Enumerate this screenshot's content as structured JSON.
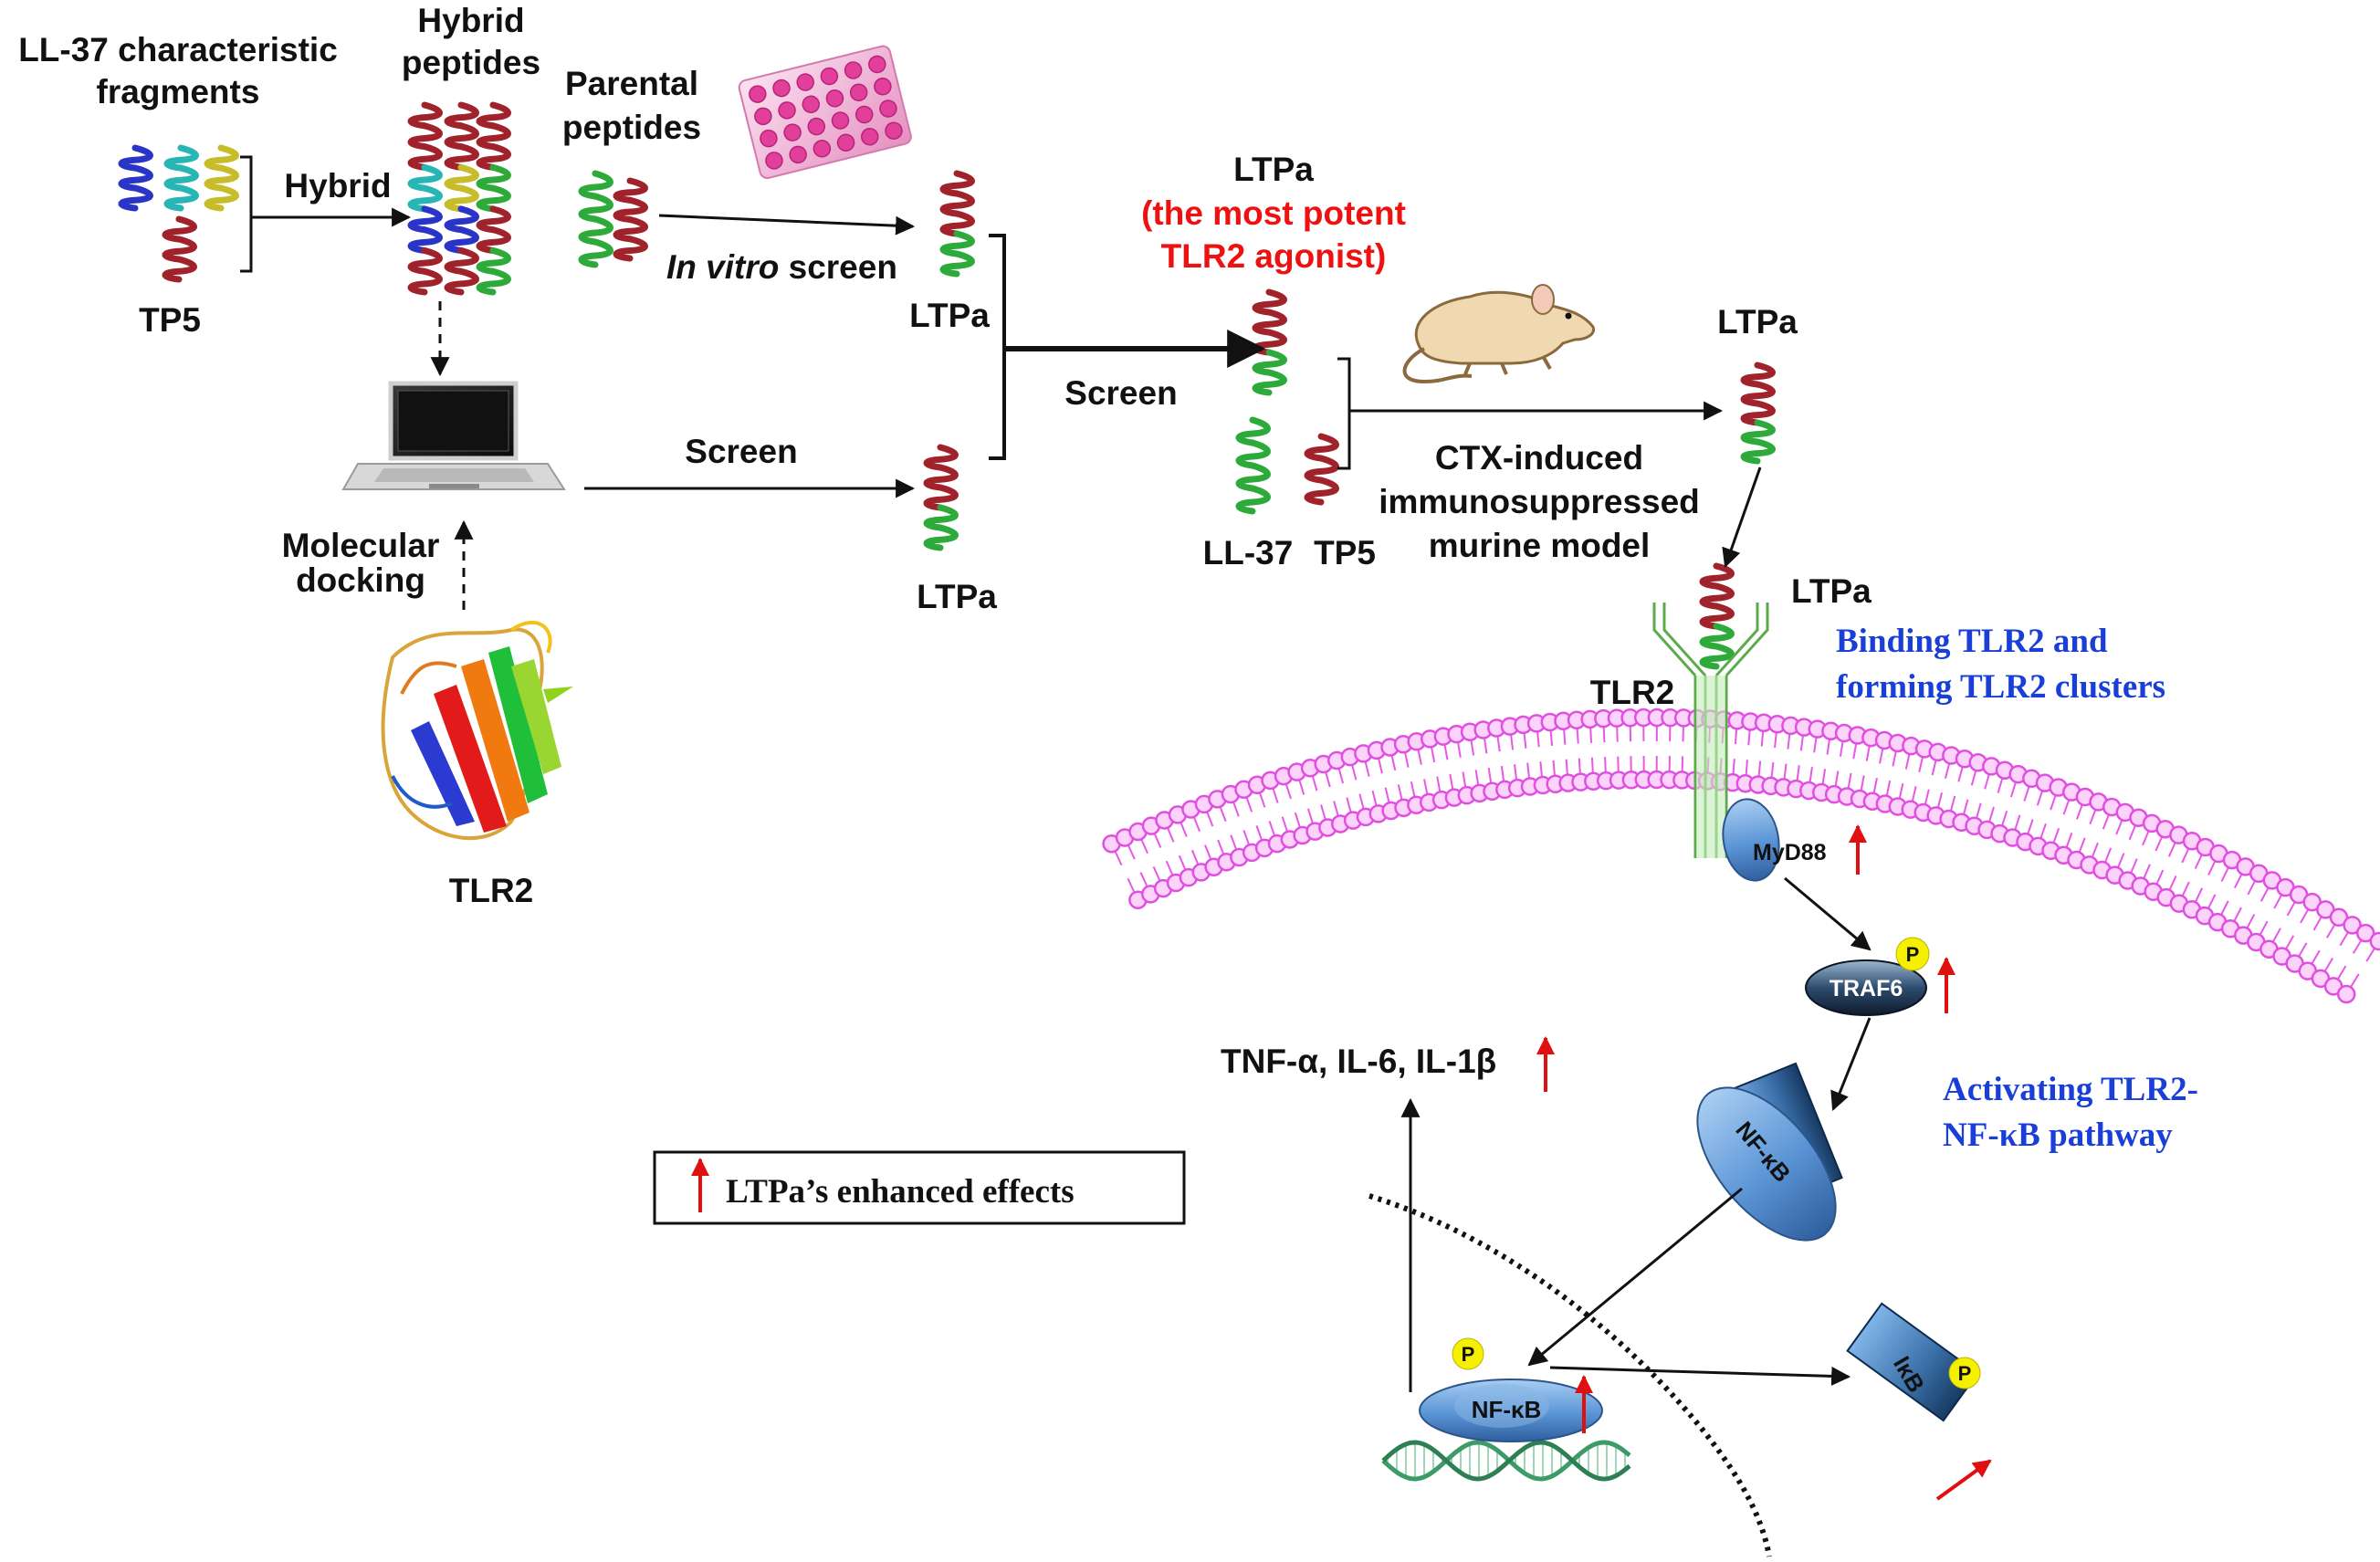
{
  "labels": {
    "ll37_fragments": [
      "LL-37 characteristic",
      "fragments"
    ],
    "hybrid_peptides": [
      "Hybrid",
      "peptides"
    ],
    "parental_peptides": [
      "Parental",
      "peptides"
    ],
    "hybrid_arrow": "Hybrid",
    "tp5_left": "TP5",
    "in_vitro_italic": "In vitro",
    "in_vitro_rest": " screen",
    "ltpa_top": "LTPa",
    "ltpa_bottom": "LTPa",
    "screen_mid": "Screen",
    "screen_lower": "Screen",
    "molecular_docking": [
      "Molecular",
      "docking"
    ],
    "tlr2_protein": "TLR2",
    "ltpa_center": "LTPa",
    "most_potent": [
      "(the most potent",
      "TLR2 agonist)"
    ],
    "ll37": "LL-37",
    "tp5_center": "TP5",
    "ctx_model": [
      "CTX-induced",
      "immunosuppressed",
      "murine model"
    ],
    "ltpa_right": "LTPa",
    "ltpa_receptor": "LTPa",
    "tlr2_receptor": "TLR2",
    "binding_note": [
      "Binding TLR2 and",
      "forming TLR2 clusters"
    ],
    "myd88": "MyD88",
    "traf6": "TRAF6",
    "phospho": "P",
    "ikb": "IκB",
    "nfkb": "NF-κB",
    "activating_note": [
      "Activating TLR2-",
      "NF-κB pathway"
    ],
    "cytokines": "TNF-α, IL-6, IL-1β",
    "legend": "LTPa’s enhanced effects"
  },
  "colors": {
    "red_label": "#ee1111",
    "blue_label": "#1a3fd8",
    "membrane": "#e857e8",
    "receptor": "#7fcf6f",
    "protein_blue": "#5b95d6",
    "traf6_dark": "#1f3550",
    "phospho_yellow": "#f5f000",
    "dna_green": "#3d9b68"
  },
  "icons": [
    "peptide-helix-icon",
    "well-plate-icon",
    "laptop-icon",
    "protein-structure-icon",
    "mouse-icon",
    "dna-helix-icon",
    "up-arrow-icon"
  ]
}
